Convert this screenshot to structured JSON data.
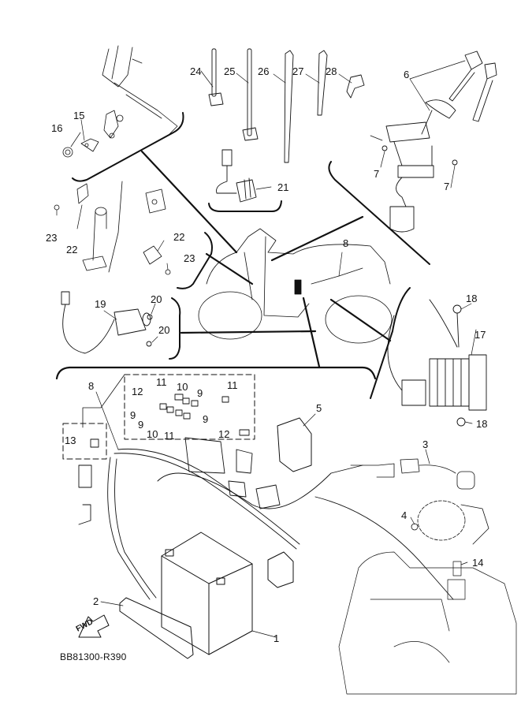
{
  "diagram": {
    "title": "Electrical parts exploded view",
    "reference_code": "BB81300-R390",
    "direction_marker": "FWD",
    "line_color": "#111111",
    "background_color": "#ffffff"
  },
  "callouts": [
    {
      "id": "c1",
      "label": "1"
    },
    {
      "id": "c2",
      "label": "2"
    },
    {
      "id": "c3",
      "label": "3"
    },
    {
      "id": "c4",
      "label": "4"
    },
    {
      "id": "c5",
      "label": "5"
    },
    {
      "id": "c6",
      "label": "6"
    },
    {
      "id": "c7a",
      "label": "7"
    },
    {
      "id": "c7b",
      "label": "7"
    },
    {
      "id": "c8a",
      "label": "8"
    },
    {
      "id": "c8b",
      "label": "8"
    },
    {
      "id": "c9a",
      "label": "9"
    },
    {
      "id": "c9b",
      "label": "9"
    },
    {
      "id": "c9c",
      "label": "9"
    },
    {
      "id": "c9d",
      "label": "9"
    },
    {
      "id": "c10a",
      "label": "10"
    },
    {
      "id": "c10b",
      "label": "10"
    },
    {
      "id": "c11a",
      "label": "11"
    },
    {
      "id": "c11b",
      "label": "11"
    },
    {
      "id": "c11c",
      "label": "11"
    },
    {
      "id": "c12a",
      "label": "12"
    },
    {
      "id": "c12b",
      "label": "12"
    },
    {
      "id": "c13",
      "label": "13"
    },
    {
      "id": "c14",
      "label": "14"
    },
    {
      "id": "c15",
      "label": "15"
    },
    {
      "id": "c16",
      "label": "16"
    },
    {
      "id": "c17",
      "label": "17"
    },
    {
      "id": "c18a",
      "label": "18"
    },
    {
      "id": "c18b",
      "label": "18"
    },
    {
      "id": "c19",
      "label": "19"
    },
    {
      "id": "c20a",
      "label": "20"
    },
    {
      "id": "c20b",
      "label": "20"
    },
    {
      "id": "c21",
      "label": "21"
    },
    {
      "id": "c22a",
      "label": "22"
    },
    {
      "id": "c22b",
      "label": "22"
    },
    {
      "id": "c23a",
      "label": "23"
    },
    {
      "id": "c23b",
      "label": "23"
    },
    {
      "id": "c24",
      "label": "24"
    },
    {
      "id": "c25",
      "label": "25"
    },
    {
      "id": "c26",
      "label": "26"
    },
    {
      "id": "c27",
      "label": "27"
    },
    {
      "id": "c28",
      "label": "28"
    }
  ]
}
